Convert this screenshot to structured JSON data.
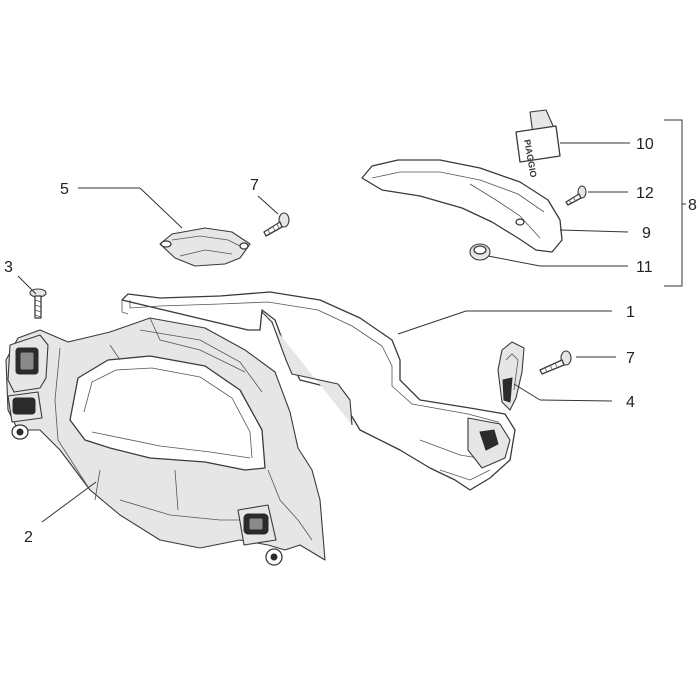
{
  "diagram": {
    "callouts": {
      "c1": "1",
      "c2": "2",
      "c3": "3",
      "c4": "4",
      "c5": "5",
      "c7a": "7",
      "c7b": "7",
      "c8": "8",
      "c9": "9",
      "c10": "10",
      "c11": "11",
      "c12": "12"
    },
    "badge_text": "PIAGGIO"
  },
  "colors": {
    "line": "#3a3a3a",
    "fill_light": "#e6e6e6",
    "fill_mid": "#c8c8c8",
    "background": "#ffffff"
  }
}
